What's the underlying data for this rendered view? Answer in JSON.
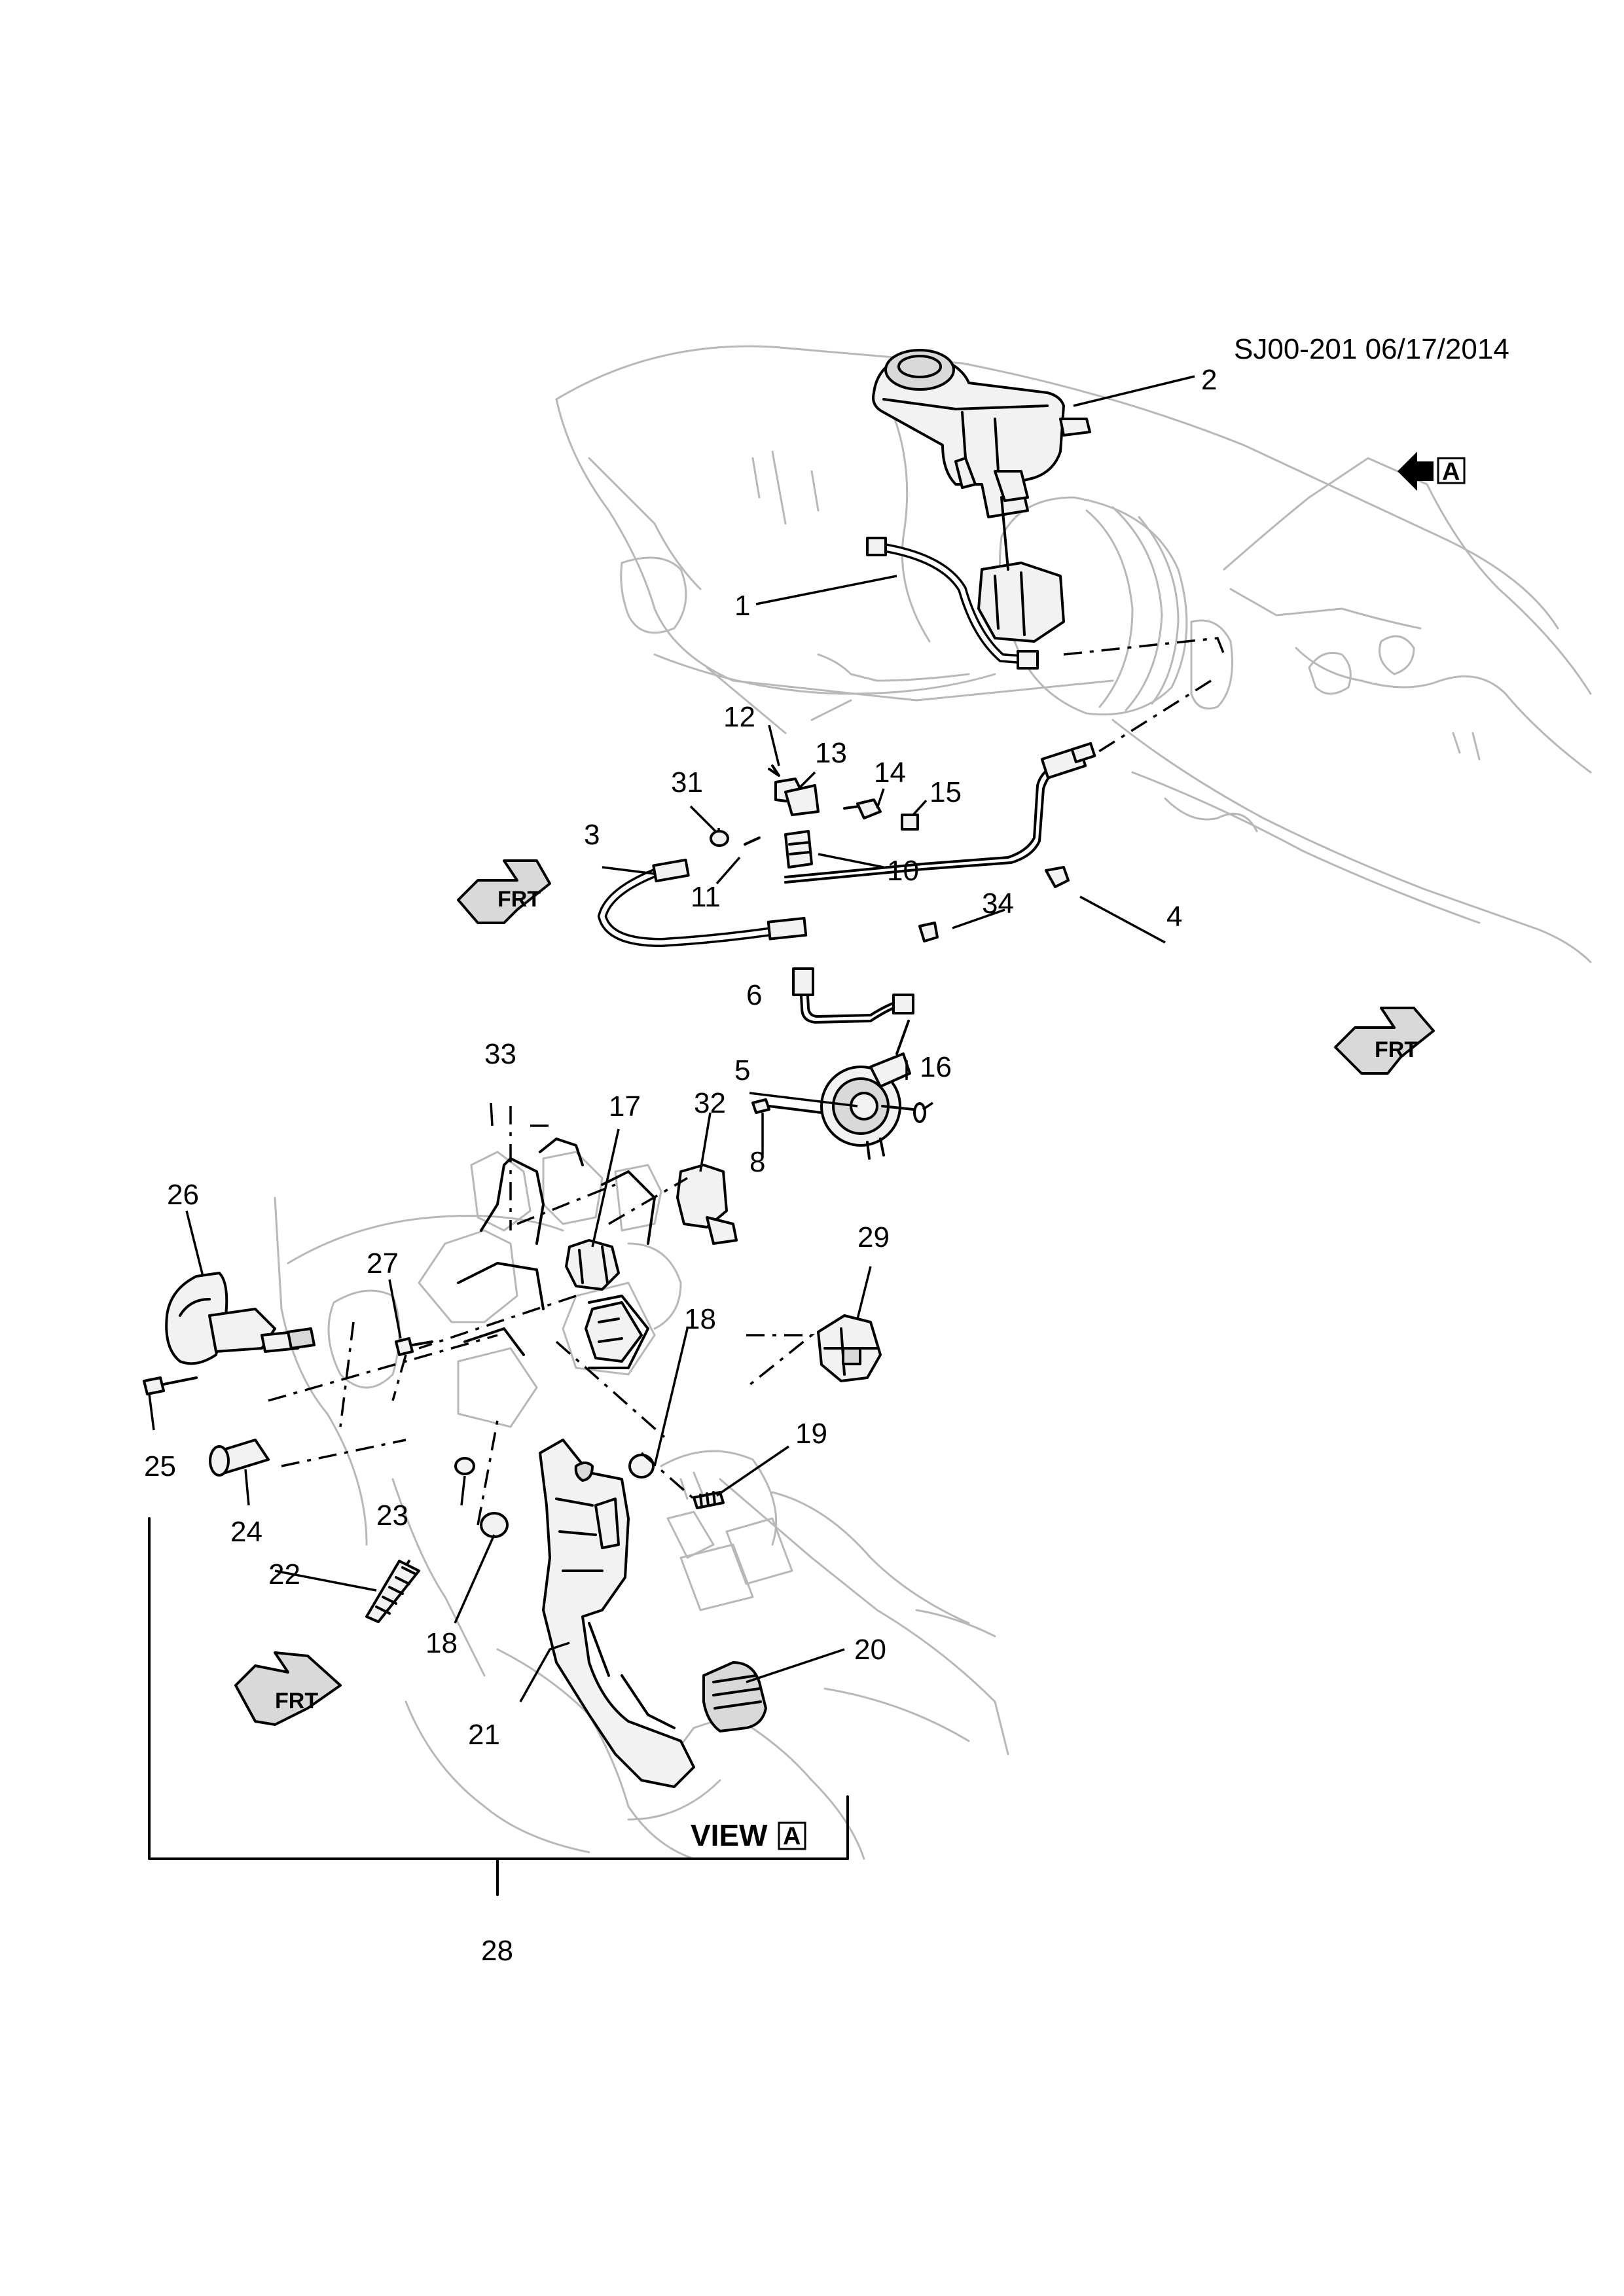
{
  "header": {
    "ref": "SJ00-201 06/17/2014"
  },
  "view": {
    "label": "VIEW",
    "ref": "A"
  },
  "view_arrow": {
    "ref": "A"
  },
  "frt": "FRT",
  "callouts": {
    "c1": "1",
    "c2": "2",
    "c3": "3",
    "c4": "4",
    "c5": "5",
    "c6": "6",
    "c8": "8",
    "c10": "10",
    "c11": "11",
    "c12": "12",
    "c13": "13",
    "c14": "14",
    "c15": "15",
    "c16": "16",
    "c17": "17",
    "c18a": "18",
    "c18b": "18",
    "c19": "19",
    "c20": "20",
    "c21": "21",
    "c22": "22",
    "c23": "23",
    "c24": "24",
    "c25": "25",
    "c26": "26",
    "c27": "27",
    "c28": "28",
    "c29": "29",
    "c31": "31",
    "c32": "32",
    "c33": "33",
    "c34": "34"
  },
  "icons": [
    "front-direction-arrow-icon",
    "view-direction-arrow-icon"
  ]
}
